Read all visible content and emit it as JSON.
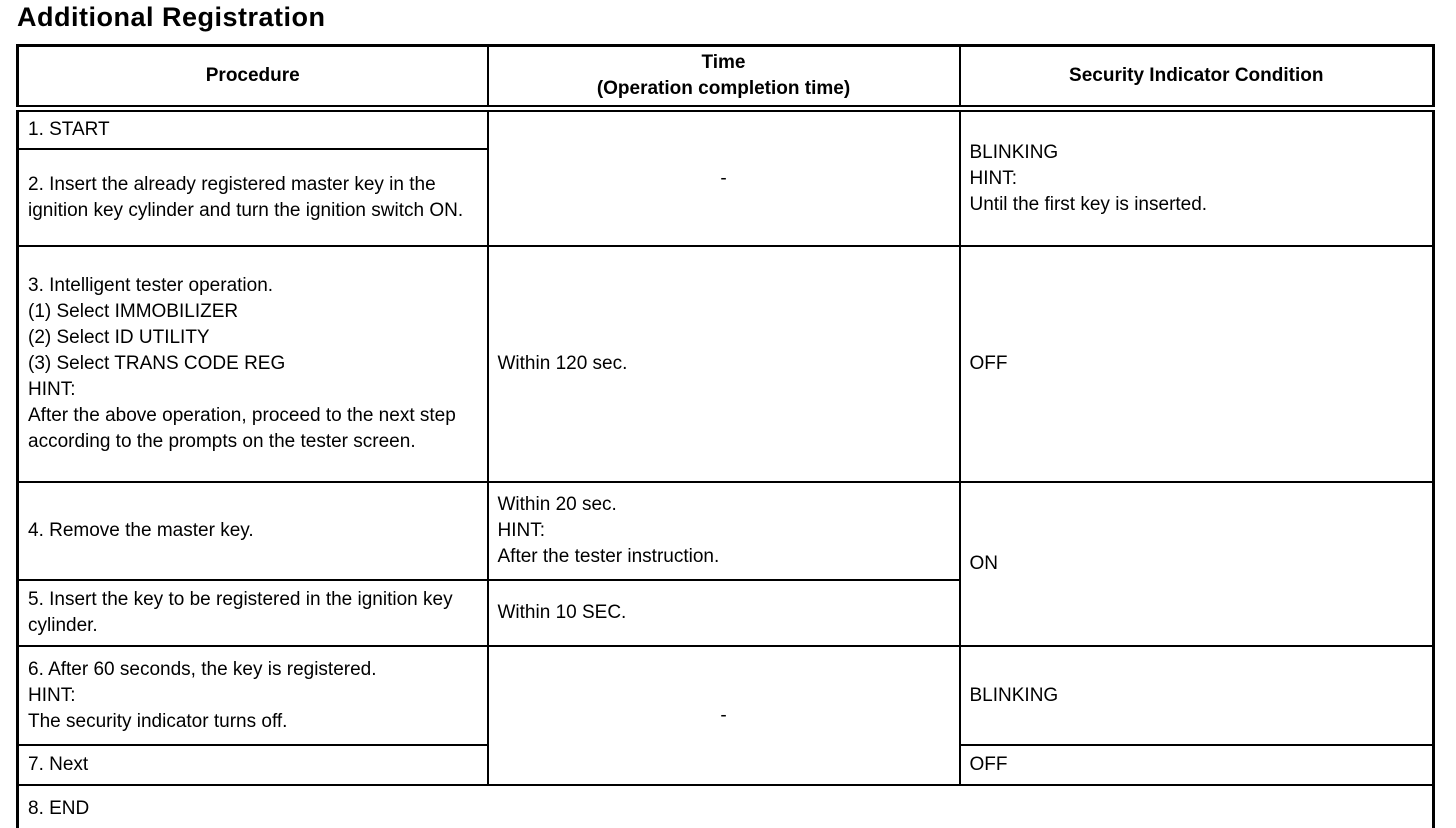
{
  "page_title": "Additional Registration",
  "colors": {
    "text": "#000000",
    "border": "#000000",
    "background": "#ffffff"
  },
  "table": {
    "columns": [
      "Procedure",
      "Time\n(Operation completion time)",
      "Security Indicator Condition"
    ],
    "steps": [
      {
        "procedure": "1. START"
      },
      {
        "procedure": "2. Insert the already registered master key in the ignition key cylinder and turn the ignition switch ON."
      },
      {
        "procedure": "3. Intelligent tester operation.\n(1) Select IMMOBILIZER\n(2) Select ID UTILITY\n(3) Select TRANS CODE REG\nHINT:\nAfter the above operation, proceed to the next step according to the prompts on the tester screen.",
        "time": "Within 120 sec.",
        "indicator": "OFF"
      },
      {
        "procedure": "4. Remove the master key.",
        "time": "Within 20 sec.\nHINT:\nAfter the tester instruction."
      },
      {
        "procedure": "5. Insert the key to be registered in the ignition key cylinder.",
        "time": "Within 10 SEC."
      },
      {
        "procedure": "6. After 60 seconds, the key is registered.\nHINT:\nThe security indicator turns off.",
        "indicator": "BLINKING"
      },
      {
        "procedure": "7. Next",
        "indicator": "OFF"
      },
      {
        "procedure": "8. END"
      }
    ],
    "merged": {
      "time_steps_1_2": "-",
      "indicator_steps_1_2": "BLINKING\nHINT:\nUntil the first key is inserted.",
      "indicator_steps_4_5": "ON",
      "time_steps_6_7": "-"
    }
  }
}
